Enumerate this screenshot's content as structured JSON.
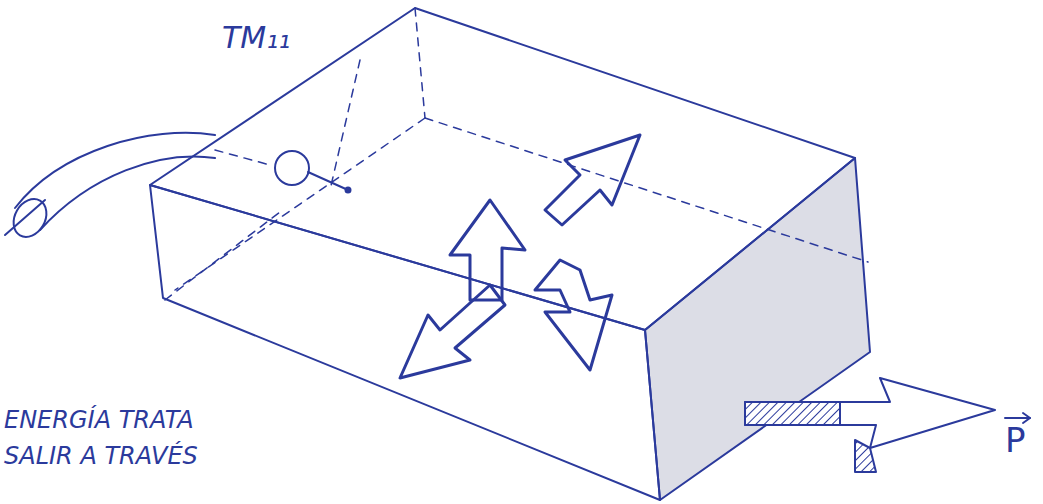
{
  "diagram": {
    "labels": [
      "TM₁₁",
      "ENERGÍA TRATA SALIR A TRAVÉS",
      "P"
    ]
  }
}
